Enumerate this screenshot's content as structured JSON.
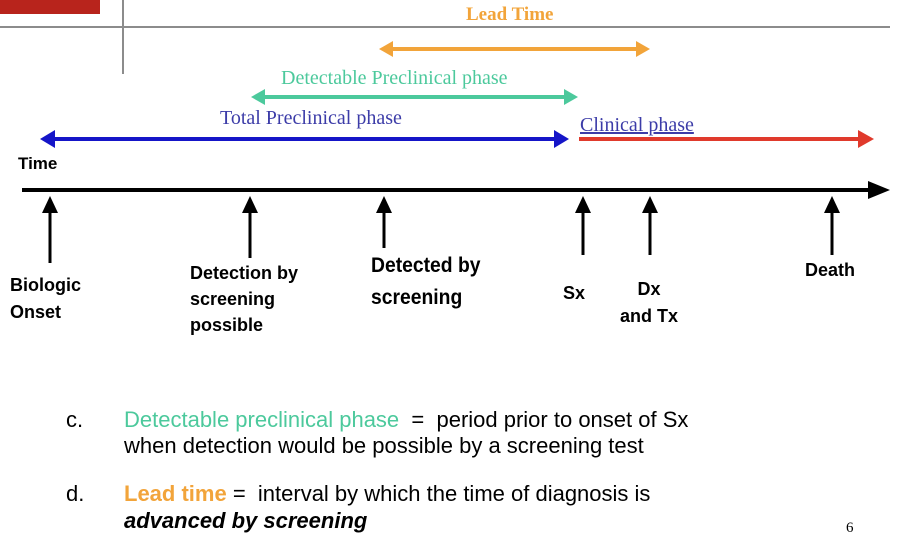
{
  "diagram": {
    "colors": {
      "lead_time": "#f2a43a",
      "detectable": "#4cc99c",
      "total": "#1515c8",
      "clinical": "#e03a2c",
      "decor_red": "#b8241c",
      "decor_gray": "#8c8c8c"
    },
    "lead_time_label": "Lead Time",
    "detectable_label": "Detectable Preclinical phase",
    "total_label": "Total Preclinical phase",
    "clinical_label": "Clinical phase",
    "time_label": "Time",
    "events": {
      "biologic_onset": "Biologic\nOnset",
      "detection_possible": "Detection by\nscreening\npossible",
      "detected": "Detected by\nscreening",
      "sx": "Sx",
      "dx_tx": "Dx\nand Tx",
      "death": "Death"
    }
  },
  "definitions": {
    "c_marker": "c.",
    "c_term": "Detectable preclinical phase",
    "c_eq": "  =  ",
    "c_text1": "period prior to onset of Sx",
    "c_text2": "when detection would be possible by a screening test",
    "d_marker": "d.",
    "d_term": "Lead time",
    "d_eq": " =  ",
    "d_text1": "interval by which the time of diagnosis is",
    "d_text2": "advanced by screening"
  },
  "page_number": "6"
}
